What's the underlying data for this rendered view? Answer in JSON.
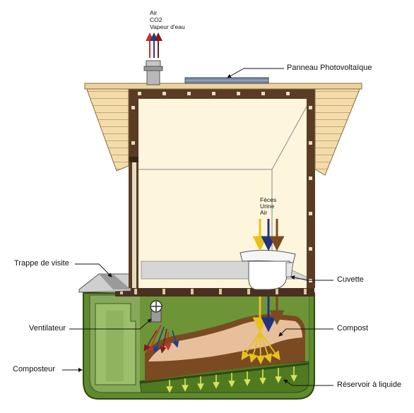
{
  "labels": {
    "exhaust": [
      "Air",
      "CO2",
      "Vapeur d'eau"
    ],
    "inputs": [
      "Fèces",
      "Urine",
      "Air"
    ],
    "panel": "Panneau Photovoltaïque",
    "hatch": "Trappe de visite",
    "bowl": "Cuvette",
    "fan": "Ventilateur",
    "compost": "Compost",
    "composter": "Composteur",
    "tank": "Réservoir à liquide"
  },
  "colors": {
    "air": "#c8302c",
    "co2": "#1e3f8f",
    "vapour": "#7a1f1f",
    "feces": "#e8c21a",
    "urine": "#22337e",
    "air_in": "#7a4a22",
    "ground_green": "#5f8a2e",
    "compost": "#e7bf9b",
    "wood": "#5a3b25",
    "roof": "#f3dcac",
    "liquid_arrows": "#d8e25a"
  }
}
